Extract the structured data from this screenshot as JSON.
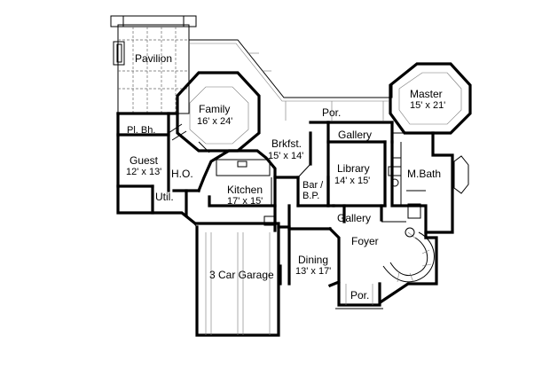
{
  "rooms": {
    "pavilion": {
      "name": "Pavilion"
    },
    "family": {
      "name": "Family",
      "size": "16' x 24'"
    },
    "master": {
      "name": "Master",
      "size": "15' x 21'"
    },
    "por_top": {
      "name": "Por."
    },
    "pl_bh": {
      "name": "Pl. Bh."
    },
    "gallery_top": {
      "name": "Gallery"
    },
    "brkfst": {
      "name": "Brkfst.",
      "size": "15' x 14'"
    },
    "guest": {
      "name": "Guest",
      "size": "12' x 13'"
    },
    "ho": {
      "name": "H.O."
    },
    "library": {
      "name": "Library",
      "size": "14' x 15'"
    },
    "m_bath": {
      "name": "M.Bath"
    },
    "bar": {
      "name": "Bar /",
      "name2": "B.P."
    },
    "kitchen": {
      "name": "Kitchen",
      "size": "17' x 15'"
    },
    "util": {
      "name": "Util."
    },
    "gallery_bottom": {
      "name": "Gallery"
    },
    "foyer": {
      "name": "Foyer"
    },
    "dining": {
      "name": "Dining",
      "size": "13' x 17'"
    },
    "garage": {
      "name": "3 Car Garage"
    },
    "por_bottom": {
      "name": "Por."
    }
  }
}
